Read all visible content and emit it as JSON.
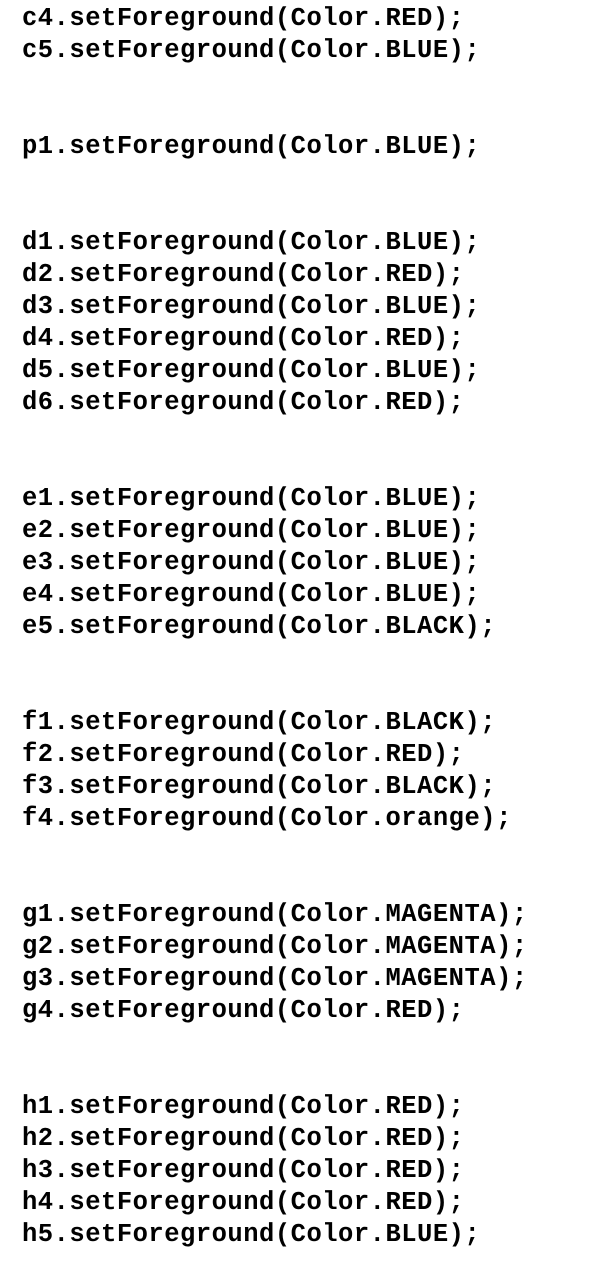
{
  "code_lines": [
    "c4.setForeground(Color.RED);",
    "c5.setForeground(Color.BLUE);",
    "",
    "",
    "p1.setForeground(Color.BLUE);",
    "",
    "",
    "d1.setForeground(Color.BLUE);",
    "d2.setForeground(Color.RED);",
    "d3.setForeground(Color.BLUE);",
    "d4.setForeground(Color.RED);",
    "d5.setForeground(Color.BLUE);",
    "d6.setForeground(Color.RED);",
    "",
    "",
    "e1.setForeground(Color.BLUE);",
    "e2.setForeground(Color.BLUE);",
    "e3.setForeground(Color.BLUE);",
    "e4.setForeground(Color.BLUE);",
    "e5.setForeground(Color.BLACK);",
    "",
    "",
    "f1.setForeground(Color.BLACK);",
    "f2.setForeground(Color.RED);",
    "f3.setForeground(Color.BLACK);",
    "f4.setForeground(Color.orange);",
    "",
    "",
    "g1.setForeground(Color.MAGENTA);",
    "g2.setForeground(Color.MAGENTA);",
    "g3.setForeground(Color.MAGENTA);",
    "g4.setForeground(Color.RED);",
    "",
    "",
    "h1.setForeground(Color.RED);",
    "h2.setForeground(Color.RED);",
    "h3.setForeground(Color.RED);",
    "h4.setForeground(Color.RED);",
    "h5.setForeground(Color.BLUE);"
  ],
  "colors": {
    "background": "#ffffff",
    "text": "#000000"
  }
}
